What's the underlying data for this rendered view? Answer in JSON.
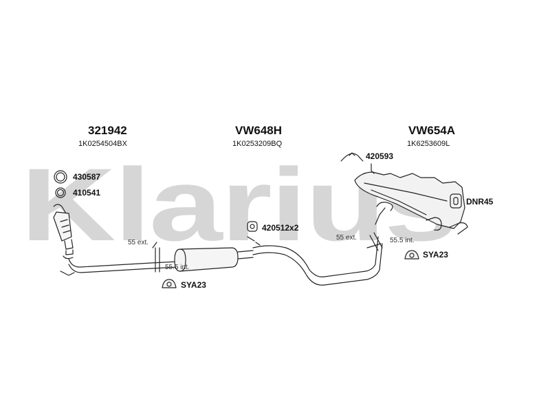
{
  "watermark": "Klarius",
  "sections": [
    {
      "part_number": "321942",
      "oem_number": "1K0254504BX"
    },
    {
      "part_number": "VW648H",
      "oem_number": "1K0253209BQ"
    },
    {
      "part_number": "VW654A",
      "oem_number": "1K6253609L"
    }
  ],
  "accessories": {
    "gasket": "430587",
    "ring": "410541",
    "bracket": "420593",
    "clamp": "420512x2",
    "mount": "DNR45",
    "clip_left": "SYA23",
    "clip_right": "SYA23"
  },
  "dimensions": {
    "left_ext": "55 ext.",
    "left_int": "55.5 int.",
    "right_ext": "55 ext.",
    "right_int": "55.5 int."
  }
}
